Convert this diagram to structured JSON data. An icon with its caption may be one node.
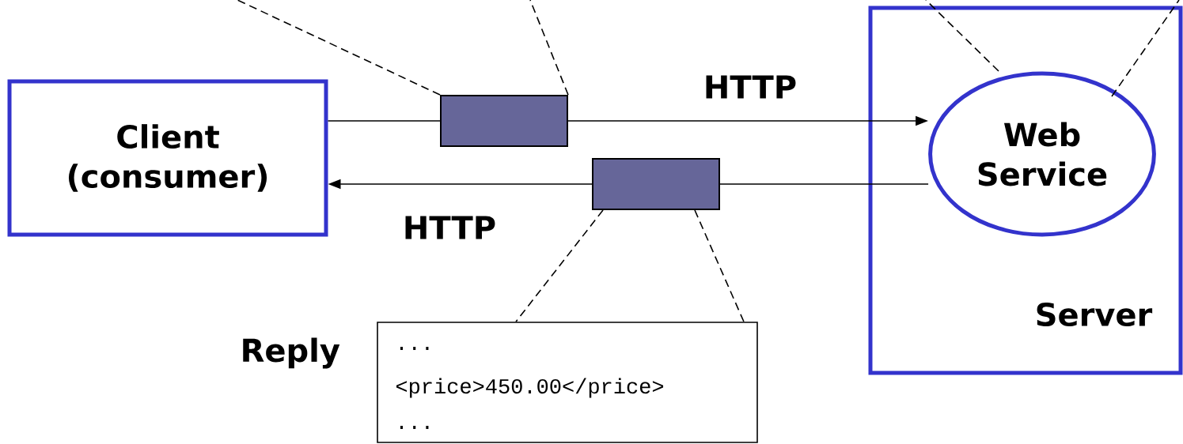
{
  "diagram": {
    "nodes": [
      {
        "text": [
          "Client (consumer)"
        ]
      },
      {
        "text": [],
        "shape": "box"
      },
      {
        "text": [],
        "shape": "box"
      },
      {
        "text": [
          "Server"
        ]
      },
      {
        "text": [
          "Web Service"
        ],
        "in": 3
      },
      {
        "text": [
          "...",
          "<price>450.00</price>",
          "..."
        ],
        "beside": [
          "Reply"
        ]
      }
    ],
    "edges": [
      {
        "from": 0,
        "to": 1,
        "arrow": "none"
      },
      {
        "from": 1,
        "to": 4,
        "arrow": "to",
        "label": "HTTP"
      },
      {
        "from": 4,
        "to": 2,
        "arrow": "none"
      },
      {
        "from": 2,
        "to": 0,
        "arrow": "to",
        "label": "HTTP"
      },
      {
        "from": 1,
        "to": null,
        "arrow": "none",
        "style": "dashed"
      },
      {
        "from": 1,
        "to": null,
        "arrow": "none",
        "style": "dashed"
      },
      {
        "from": 4,
        "to": null,
        "arrow": "none",
        "style": "dashed"
      },
      {
        "from": 4,
        "to": null,
        "arrow": "none",
        "style": "dashed"
      },
      {
        "from": 2,
        "to": 5,
        "arrow": "none",
        "style": "dashed"
      },
      {
        "from": 2,
        "to": 5,
        "arrow": "none",
        "style": "dashed"
      }
    ]
  }
}
